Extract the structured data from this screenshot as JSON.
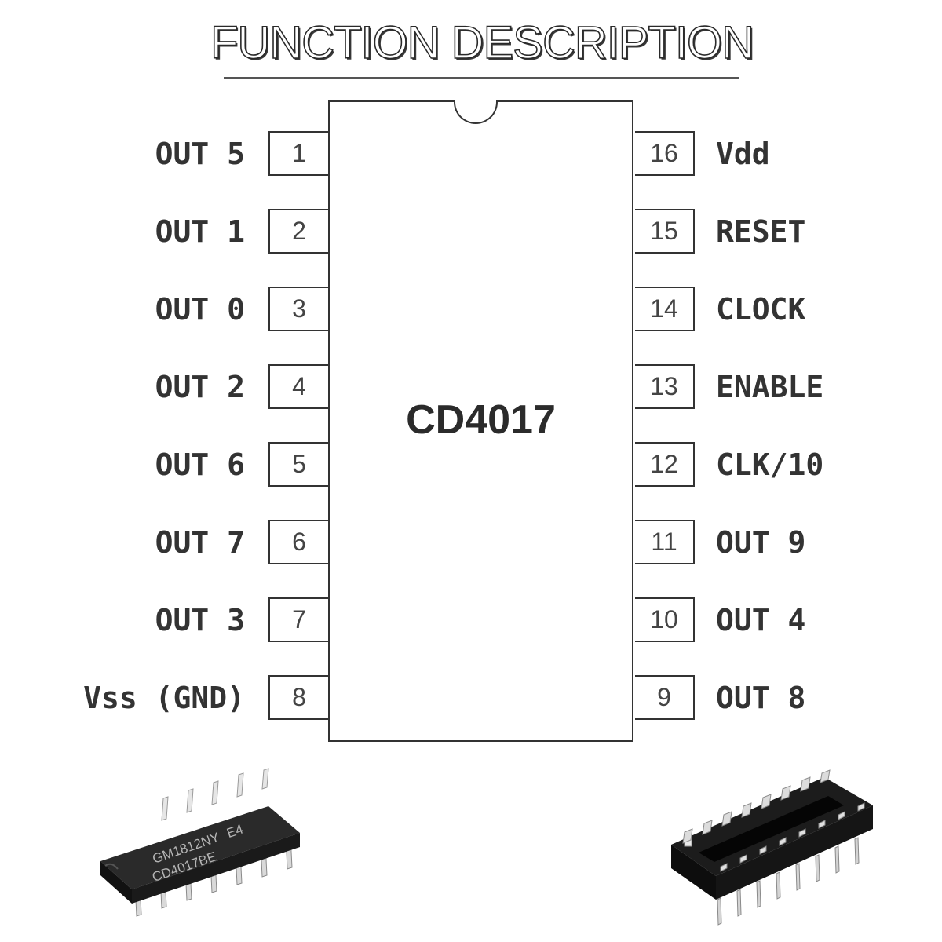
{
  "title": "FUNCTION DESCRIPTION",
  "chip": {
    "name": "CD4017"
  },
  "left_pins": [
    {
      "number": "1",
      "label": "OUT 5"
    },
    {
      "number": "2",
      "label": "OUT 1"
    },
    {
      "number": "3",
      "label": "OUT 0"
    },
    {
      "number": "4",
      "label": "OUT 2"
    },
    {
      "number": "5",
      "label": "OUT 6"
    },
    {
      "number": "6",
      "label": "OUT 7"
    },
    {
      "number": "7",
      "label": "OUT 3"
    },
    {
      "number": "8",
      "label": "Vss (GND)"
    }
  ],
  "right_pins": [
    {
      "number": "16",
      "label": "Vdd"
    },
    {
      "number": "15",
      "label": "RESET"
    },
    {
      "number": "14",
      "label": "CLOCK"
    },
    {
      "number": "13",
      "label": "ENABLE"
    },
    {
      "number": "12",
      "label": "CLK/10"
    },
    {
      "number": "11",
      "label": "OUT 9"
    },
    {
      "number": "10",
      "label": "OUT 4"
    },
    {
      "number": "9",
      "label": "OUT 8"
    }
  ],
  "ic_photo": {
    "marking_line1": "GM1812NY",
    "marking_line1b": "E4",
    "marking_line2": "CD4017BE"
  }
}
